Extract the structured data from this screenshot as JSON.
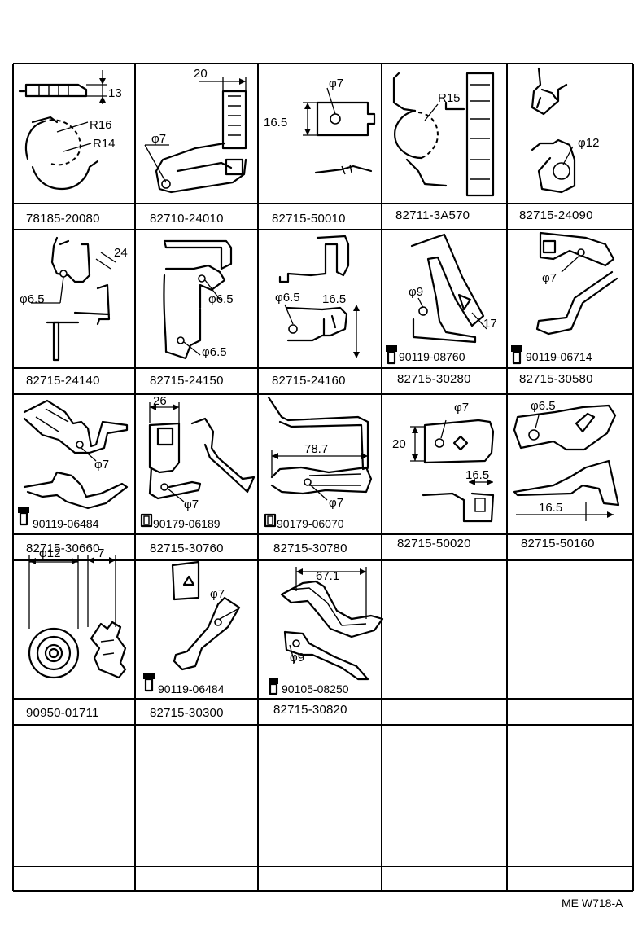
{
  "sheet_code": "ME W718-A",
  "cells": [
    {
      "part_no": "78185-20080",
      "dims": [
        "13",
        "R16",
        "R14"
      ]
    },
    {
      "part_no": "82710-24010",
      "dims": [
        "20",
        "φ7"
      ]
    },
    {
      "part_no": "82715-50010",
      "dims": [
        "φ7",
        "16.5"
      ]
    },
    {
      "part_no": "82711-3A570",
      "dims": [
        "R15"
      ]
    },
    {
      "part_no": "82715-24090",
      "dims": [
        "φ12"
      ]
    },
    {
      "part_no": "82715-24140",
      "dims": [
        "24",
        "φ6.5"
      ]
    },
    {
      "part_no": "82715-24150",
      "dims": [
        "φ6.5",
        "φ6.5"
      ]
    },
    {
      "part_no": "82715-24160",
      "dims": [
        "φ6.5",
        "16.5"
      ]
    },
    {
      "part_no": "82715-30280",
      "dims": [
        "φ9",
        "17"
      ],
      "bolt": "90119-08760"
    },
    {
      "part_no": "82715-30580",
      "dims": [
        "φ7"
      ],
      "bolt": "90119-06714"
    },
    {
      "part_no": "82715-30660",
      "dims": [
        "φ7"
      ],
      "bolt": "90119-06484"
    },
    {
      "part_no": "82715-30760",
      "dims": [
        "26",
        "φ7"
      ],
      "bolt": "90179-06189"
    },
    {
      "part_no": "82715-30780",
      "dims": [
        "78.7",
        "φ7"
      ],
      "bolt": "90179-06070"
    },
    {
      "part_no": "82715-50020",
      "dims": [
        "φ7",
        "20",
        "16.5"
      ]
    },
    {
      "part_no": "82715-50160",
      "dims": [
        "φ6.5",
        "16.5"
      ]
    },
    {
      "part_no": "90950-01711",
      "dims": [
        "φ12",
        "7"
      ]
    },
    {
      "part_no": "82715-30300",
      "dims": [
        "φ7"
      ],
      "bolt": "90119-06484"
    },
    {
      "part_no": "82715-30820",
      "dims": [
        "67.1",
        "φ9"
      ],
      "bolt": "90105-08250"
    }
  ]
}
